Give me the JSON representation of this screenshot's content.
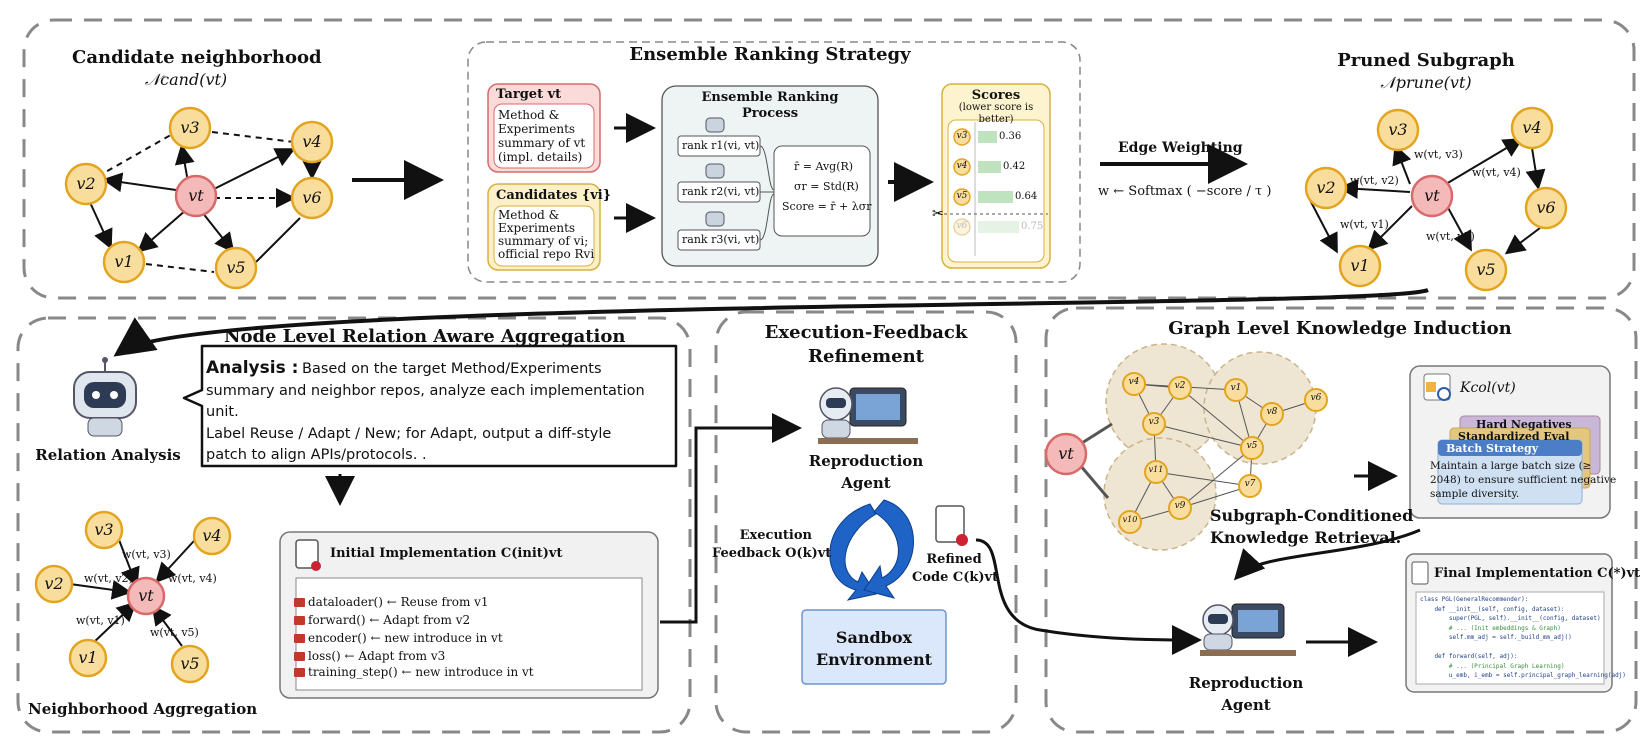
{
  "top": {
    "candidate_title": "Candidate neighborhood",
    "candidate_sub": "𝒩cand(vt)",
    "ensemble_title": "Ensemble Ranking Strategy",
    "target_label": "Target vt",
    "target_text": [
      "Method &",
      "Experiments",
      "summary of vt",
      "(impl. details)"
    ],
    "cand_label": "Candidates {vi}",
    "cand_text": [
      "Method &",
      "Experiments",
      "summary of vi;",
      "official repo Rvi"
    ],
    "process_title": [
      "Ensemble Ranking",
      "Process"
    ],
    "ranks": [
      "rank r1(vi, vt)",
      "rank r2(vi, vt)",
      "rank r3(vi, vt)"
    ],
    "formulas": [
      "r̄ = Avg(R)",
      "σr = Std(R)",
      "Score = r̄ + λσr"
    ],
    "scores_title": "Scores",
    "scores_note": [
      "(lower score is",
      "better)"
    ],
    "score_items": [
      {
        "node": "v3",
        "value": 0.36
      },
      {
        "node": "v4",
        "value": 0.42
      },
      {
        "node": "v5",
        "value": 0.64
      },
      {
        "node": "v6",
        "value": 0.75
      }
    ],
    "edge_weighting": "Edge Weighting",
    "softmax": "w ← Softmax ( −score / τ )",
    "pruned_title": "Pruned Subgraph",
    "pruned_sub": "𝒩prune(vt)"
  },
  "node_level": {
    "title": "Node Level Relation Aware Aggregation",
    "relation_analysis": "Relation Analysis",
    "analysis_label": "Analysis :",
    "analysis_lines": [
      "Based on the target Method/Experiments",
      "summary and neighbor repos, analyze each implementation",
      "unit.",
      "Label Reuse / Adapt / New; for Adapt, output a diff-style",
      "patch to align APIs/protocols.   ."
    ],
    "neighborhood_aggregation": "Neighborhood Aggregation",
    "init_title": "Initial Implementation C(init)vt",
    "init_items": [
      "dataloader() ← Reuse from v1",
      "forward() ← Adapt from v2",
      "encoder() ← new introduce in vt",
      "loss() ← Adapt from v3",
      "training_step() ← new introduce in vt"
    ]
  },
  "exec": {
    "title": [
      "Execution-Feedback",
      "Refinement"
    ],
    "agent": [
      "Reproduction",
      "Agent"
    ],
    "feedback": [
      "Execution",
      "Feedback O(k)vt"
    ],
    "refined": [
      "Refined",
      "Code C(k)vt"
    ],
    "sandbox": [
      "Sandbox",
      "Environment"
    ]
  },
  "graph_level": {
    "title": "Graph Level Knowledge Induction",
    "retrieval": [
      "Subgraph-Conditioned",
      "Knowledge Retrieval."
    ],
    "kcol": "Kcol(vt)",
    "cards": [
      "Hard Negatives",
      "Standardized Eval",
      "Batch Strategy"
    ],
    "batch_text": [
      "Maintain a large batch size (≥",
      "2048) to ensure sufficient negative",
      "sample diversity."
    ],
    "final_title": "Final Implementation C(*)vt",
    "code_lines": [
      "class PGL(GeneralRecommender):",
      "    def __init__(self, config, dataset):",
      "        super(PGL, self).__init__(config, dataset)",
      "        # ... (Init embeddings & Graph)",
      "        self.mm_adj = self._build_mm_adj()",
      "",
      "    def forward(self, adj):",
      "        # ... (Principal Graph Learning)",
      "        u_emb, i_emb = self.principal_graph_learning(adj)"
    ],
    "agent": [
      "Reproduction",
      "Agent"
    ]
  },
  "graph_labels": {
    "vt": "vt",
    "v1": "v1",
    "v2": "v2",
    "v3": "v3",
    "v4": "v4",
    "v5": "v5",
    "v6": "v6",
    "v7": "v7",
    "v8": "v8",
    "v9": "v9",
    "v10": "v10",
    "v11": "v11"
  },
  "edge_labels": {
    "w_v3": "w(vt, v3)",
    "w_v4": "w(vt, v4)",
    "w_v2": "w(vt, v2)",
    "w_v1": "w(vt, v1)",
    "w_v5": "w(vt, v5)"
  },
  "colors": {
    "node_fill": "#f9dd9c",
    "node_stroke": "#e3a520",
    "center_fill": "#f4b9b9",
    "center_stroke": "#d86a6a",
    "target_box": "#fbdada",
    "cand_box": "#fbf0c8",
    "process_box": "#eef3f3",
    "scores_box": "#fdf4cf",
    "sandbox": "#dbe8fb",
    "cluster": "#efe5d3"
  }
}
